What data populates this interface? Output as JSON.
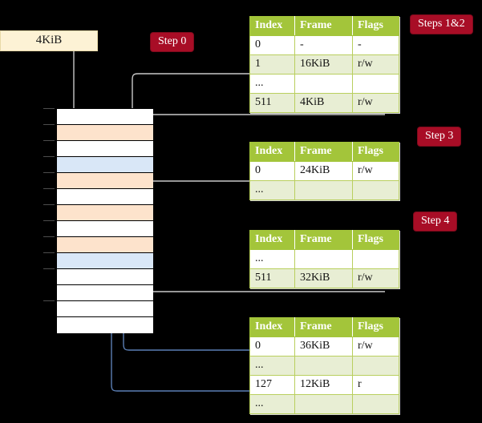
{
  "diagram": {
    "title": "Multi-level page table address translation walkthrough",
    "background_color": "#000000",
    "accent_pill_color": "#a80d26",
    "table_header_color": "#a3c53a",
    "table_alt_row_color": "#e8eed4",
    "highlight_color": "#fbfbb0",
    "memory_peach_color": "#fde3cc",
    "memory_blue_color": "#d9e7f7",
    "frame_box_color": "#fdf2d5"
  },
  "labels": {
    "step0": "Step 0",
    "steps12": "Steps 1&2",
    "step3": "Step 3",
    "step4": "Step 4"
  },
  "frame_box": {
    "label": "4KiB"
  },
  "tables": [
    {
      "id": "table-level-0",
      "headers": [
        "Index",
        "Frame",
        "Flags"
      ],
      "rows": [
        {
          "style": "white",
          "cells": [
            "0",
            "-",
            "-"
          ],
          "highlight": false
        },
        {
          "style": "alt",
          "cells": [
            "1",
            "16KiB",
            "r/w"
          ],
          "highlight": false
        },
        {
          "style": "white",
          "cells": [
            "...",
            "",
            ""
          ],
          "highlight": false
        },
        {
          "style": "alt",
          "cells": [
            "511",
            "4KiB",
            "r/w"
          ],
          "highlight": true
        }
      ]
    },
    {
      "id": "table-level-1",
      "headers": [
        "Index",
        "Frame",
        "Flags"
      ],
      "rows": [
        {
          "style": "white",
          "cells": [
            "0",
            "24KiB",
            "r/w"
          ],
          "highlight": false
        },
        {
          "style": "alt",
          "cells": [
            "...",
            "",
            ""
          ],
          "highlight": false
        }
      ]
    },
    {
      "id": "table-level-2",
      "headers": [
        "Index",
        "Frame",
        "Flags"
      ],
      "rows": [
        {
          "style": "white",
          "cells": [
            "...",
            "",
            ""
          ],
          "highlight": false
        },
        {
          "style": "alt",
          "cells": [
            "511",
            "32KiB",
            "r/w"
          ],
          "highlight": false
        }
      ]
    },
    {
      "id": "table-level-3",
      "headers": [
        "Index",
        "Frame",
        "Flags"
      ],
      "rows": [
        {
          "style": "white",
          "cells": [
            "0",
            "36KiB",
            "r/w"
          ],
          "highlight": false
        },
        {
          "style": "alt",
          "cells": [
            "...",
            "",
            ""
          ],
          "highlight": false
        },
        {
          "style": "white",
          "cells": [
            "127",
            "12KiB",
            "r"
          ],
          "highlight": false
        },
        {
          "style": "alt",
          "cells": [
            "...",
            "",
            ""
          ],
          "highlight": false
        }
      ]
    }
  ],
  "memory_column": {
    "row_count": 14,
    "rows": [
      {
        "fill": "white"
      },
      {
        "fill": "peach"
      },
      {
        "fill": "white"
      },
      {
        "fill": "blue"
      },
      {
        "fill": "peach"
      },
      {
        "fill": "white"
      },
      {
        "fill": "peach"
      },
      {
        "fill": "white"
      },
      {
        "fill": "peach"
      },
      {
        "fill": "blue"
      },
      {
        "fill": "white"
      },
      {
        "fill": "white"
      },
      {
        "fill": "white"
      },
      {
        "fill": "white"
      }
    ]
  }
}
